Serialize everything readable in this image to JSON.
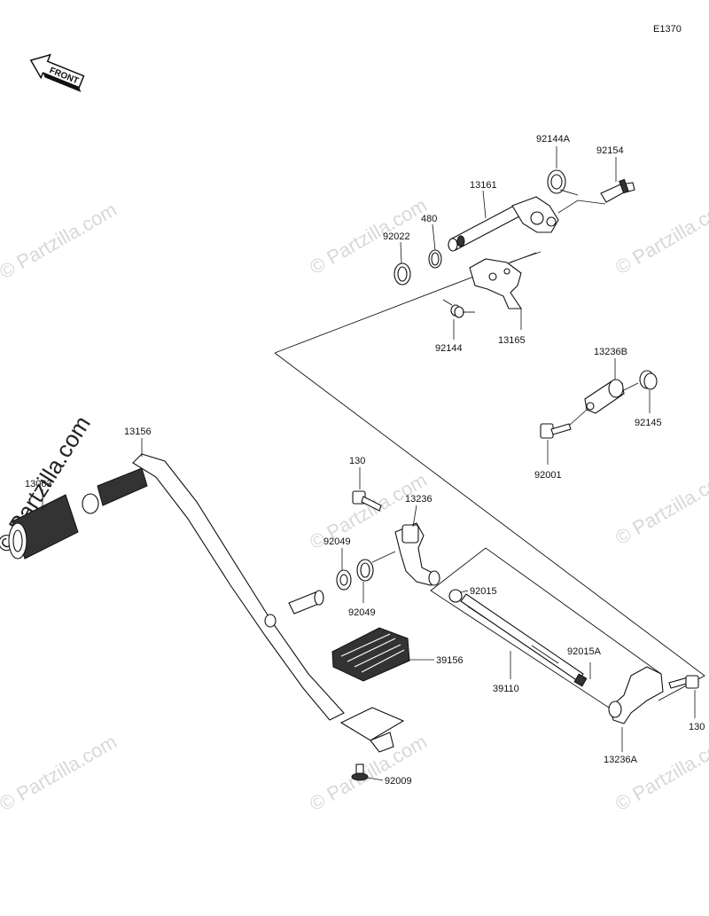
{
  "diagram_code": "E1370",
  "front_label": "FRONT",
  "watermark_text": "© Partzilla.com",
  "parts": {
    "p92144A": "92144A",
    "p92154": "92154",
    "p13161": "13161",
    "p480": "480",
    "p92022": "92022",
    "p92144": "92144",
    "p13165": "13165",
    "p13236B": "13236B",
    "p92145": "92145",
    "p92001": "92001",
    "p13156": "13156",
    "p13063": "13063",
    "p130a": "130",
    "p13236": "13236",
    "p92049a": "92049",
    "p92049b": "92049",
    "p92015": "92015",
    "p39156": "39156",
    "p39110": "39110",
    "p92015A": "92015A",
    "p130b": "130",
    "p13236A": "13236A",
    "p92009": "92009"
  }
}
